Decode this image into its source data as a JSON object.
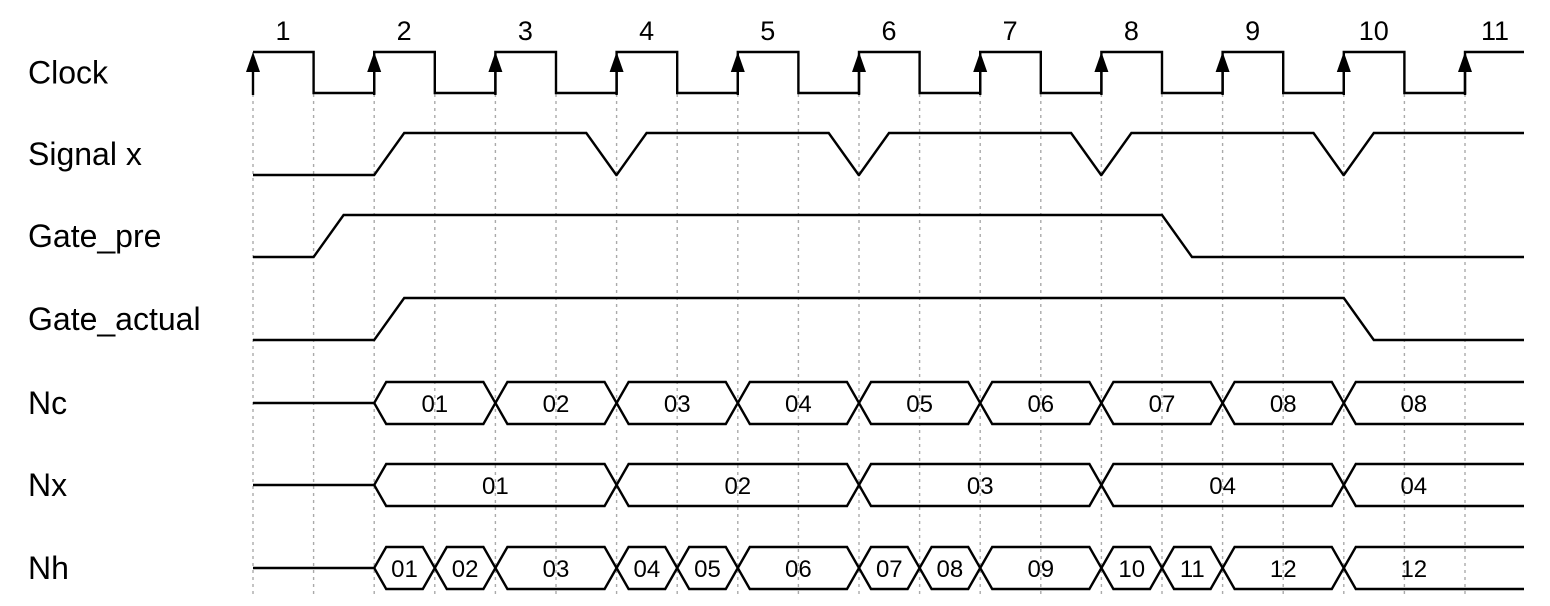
{
  "cycle_numbers": [
    "1",
    "2",
    "3",
    "4",
    "5",
    "6",
    "7",
    "8",
    "9",
    "10",
    "11"
  ],
  "signals": [
    {
      "label": "Clock",
      "kind": "clock"
    },
    {
      "label": "Signal x",
      "kind": "logic",
      "transitions": [
        {
          "at": 1,
          "to": 1
        },
        {
          "at": 2.75,
          "to": 0
        },
        {
          "at": 3,
          "to": 1
        },
        {
          "at": 4.75,
          "to": 0
        },
        {
          "at": 5,
          "to": 1
        },
        {
          "at": 6.75,
          "to": 0
        },
        {
          "at": 7,
          "to": 1
        },
        {
          "at": 8.75,
          "to": 0
        },
        {
          "at": 9,
          "to": 1
        }
      ],
      "initial": 0
    },
    {
      "label": "Gate_pre",
      "kind": "logic",
      "transitions": [
        {
          "at": 0.5,
          "to": 1
        },
        {
          "at": 7.5,
          "to": 0
        }
      ],
      "initial": 0
    },
    {
      "label": "Gate_actual",
      "kind": "logic",
      "transitions": [
        {
          "at": 1,
          "to": 1
        },
        {
          "at": 9,
          "to": 0
        }
      ],
      "initial": 0
    },
    {
      "label": "Nc",
      "kind": "bus",
      "segments": [
        {
          "from": 1,
          "to": 2,
          "value": "01"
        },
        {
          "from": 2,
          "to": 3,
          "value": "02"
        },
        {
          "from": 3,
          "to": 4,
          "value": "03"
        },
        {
          "from": 4,
          "to": 5,
          "value": "04"
        },
        {
          "from": 5,
          "to": 6,
          "value": "05"
        },
        {
          "from": 6,
          "to": 7,
          "value": "06"
        },
        {
          "from": 7,
          "to": 8,
          "value": "07"
        },
        {
          "from": 8,
          "to": 9,
          "value": "08"
        },
        {
          "from": 9,
          "to": 10.5,
          "value": "08"
        }
      ]
    },
    {
      "label": "Nx",
      "kind": "bus",
      "segments": [
        {
          "from": 1,
          "to": 3,
          "value": "01"
        },
        {
          "from": 3,
          "to": 5,
          "value": "02"
        },
        {
          "from": 5,
          "to": 7,
          "value": "03"
        },
        {
          "from": 7,
          "to": 9,
          "value": "04"
        },
        {
          "from": 9,
          "to": 10.5,
          "value": "04"
        }
      ]
    },
    {
      "label": "Nh",
      "kind": "bus",
      "segments": [
        {
          "from": 1,
          "to": 1.5,
          "value": "01"
        },
        {
          "from": 1.5,
          "to": 2,
          "value": "02"
        },
        {
          "from": 2,
          "to": 3,
          "value": "03"
        },
        {
          "from": 3,
          "to": 3.5,
          "value": "04"
        },
        {
          "from": 3.5,
          "to": 4,
          "value": "05"
        },
        {
          "from": 4,
          "to": 5,
          "value": "06"
        },
        {
          "from": 5,
          "to": 5.5,
          "value": "07"
        },
        {
          "from": 5.5,
          "to": 6,
          "value": "08"
        },
        {
          "from": 6,
          "to": 7,
          "value": "09"
        },
        {
          "from": 7,
          "to": 7.5,
          "value": "10"
        },
        {
          "from": 7.5,
          "to": 8,
          "value": "11"
        },
        {
          "from": 8,
          "to": 9,
          "value": "12"
        },
        {
          "from": 9,
          "to": 10.5,
          "value": "12"
        }
      ]
    }
  ]
}
